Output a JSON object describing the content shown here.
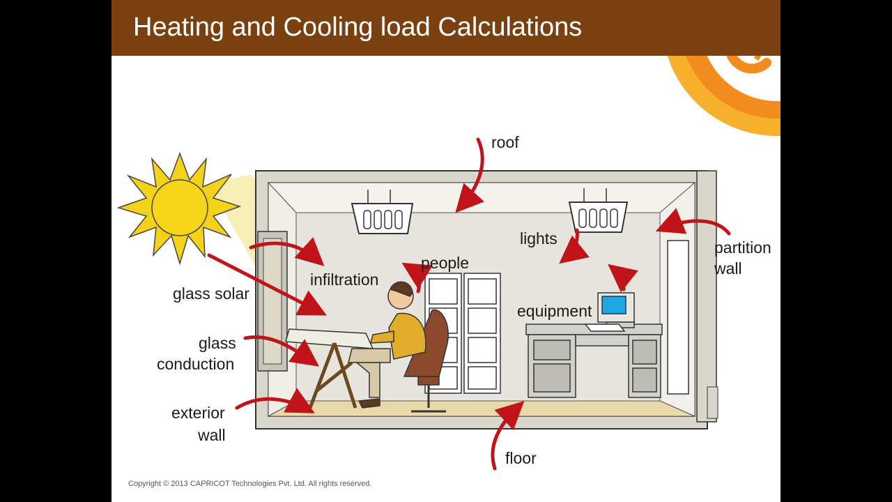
{
  "slide": {
    "title": "Heating and Cooling load Calculations",
    "copyright": "Copyright © 2013 CAPRICOT Technologies Pvt. Ltd. All rights reserved."
  },
  "colors": {
    "title_bar": "#7b4010",
    "arrow": "#c0141a",
    "logo_orange": "#f28c1e",
    "sun": "#f5d21a",
    "wall": "#d9d7cb"
  },
  "labels": {
    "roof": "roof",
    "lights": "lights",
    "partition_1": "partition",
    "partition_2": "wall",
    "people": "people",
    "infiltration": "infiltration",
    "glass_solar": "glass solar",
    "equipment": "equipment",
    "glass_cond_1": "glass",
    "glass_cond_2": "conduction",
    "exterior_1": "exterior",
    "exterior_2": "wall",
    "floor": "floor"
  }
}
